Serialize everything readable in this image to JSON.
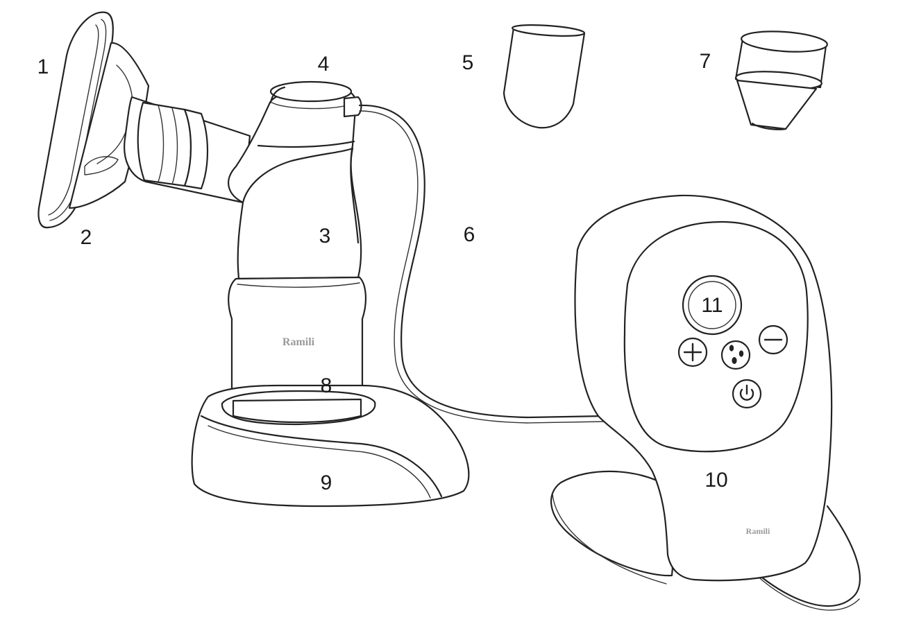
{
  "labels": {
    "l1": "1",
    "l2": "2",
    "l3": "3",
    "l4": "4",
    "l5": "5",
    "l6": "6",
    "l7": "7",
    "l8": "8",
    "l9": "9",
    "l10": "10",
    "l11": "11"
  },
  "brand": {
    "bottle_logo": "Ramili",
    "controller_logo": "Ramili"
  },
  "icons": {
    "plus": "plus-icon",
    "minus": "minus-icon",
    "droplets": "droplets-icon",
    "power": "power-icon"
  },
  "colors": {
    "line": "#222222",
    "background": "#ffffff",
    "logo_gray": "#9a9a9a"
  }
}
